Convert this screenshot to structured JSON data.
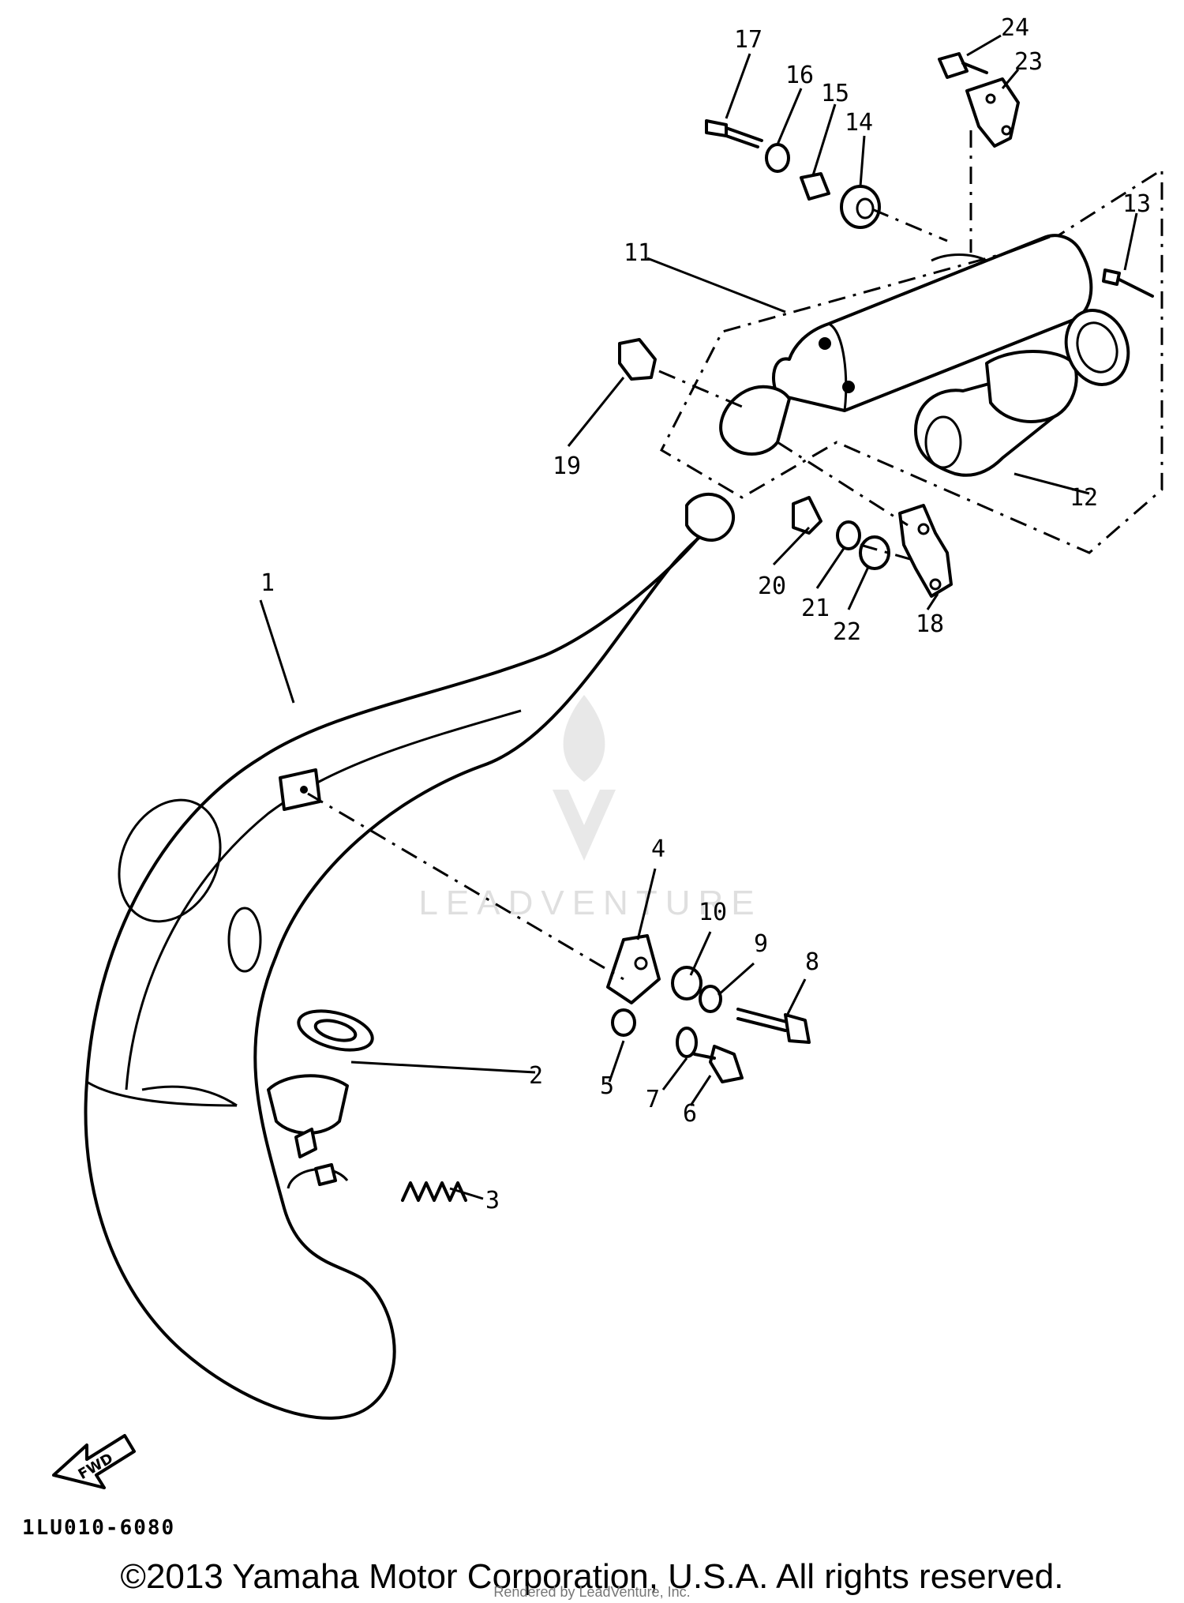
{
  "diagram": {
    "callouts": [
      "1",
      "2",
      "3",
      "4",
      "5",
      "6",
      "7",
      "8",
      "9",
      "10",
      "11",
      "12",
      "13",
      "14",
      "15",
      "16",
      "17",
      "18",
      "19",
      "20",
      "21",
      "22",
      "23",
      "24"
    ],
    "fwd_label": "FWD",
    "watermark": "LEADVENTURE"
  },
  "footer": {
    "diagram_code": "1LU010-6080",
    "copyright": "©2013 Yamaha Motor Corporation, U.S.A. All rights reserved.",
    "rendered_by": "Rendered by LeadVenture, Inc."
  }
}
